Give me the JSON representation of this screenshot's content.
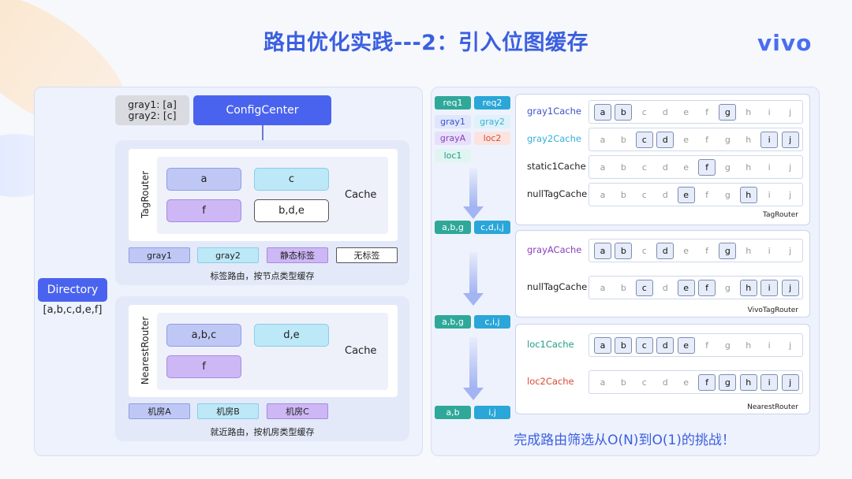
{
  "title": "路由优化实践---2：引入位图缓存",
  "logo": "vivo",
  "left": {
    "gray_list": [
      "gray1: [a]",
      "gray2: [c]"
    ],
    "config_center": "ConfigCenter",
    "directory": "Directory",
    "directory_list": "[a,b,c,d,e,f]",
    "tag_router": {
      "name": "TagRouter",
      "cells": [
        "a",
        "c",
        "f",
        "b,d,e"
      ],
      "cache": "Cache",
      "tags": [
        "gray1",
        "gray2",
        "静态标签",
        "无标签"
      ],
      "caption": "标签路由，按节点类型缓存"
    },
    "nearest_router": {
      "name": "NearestRouter",
      "cells": [
        "a,b,c",
        "d,e",
        "f"
      ],
      "cache": "Cache",
      "tags": [
        "机房A",
        "机房B",
        "机房C"
      ],
      "caption": "就近路由，按机房类型缓存"
    }
  },
  "right": {
    "requests": [
      "req1",
      "req2",
      "gray1",
      "gray2",
      "grayA",
      "loc2",
      "loc1"
    ],
    "results": [
      [
        "a,b,g",
        "c,d,i,j"
      ],
      [
        "a,b,g",
        "c,i,j"
      ],
      [
        "a,b",
        "i,j"
      ]
    ],
    "letters": [
      "a",
      "b",
      "c",
      "d",
      "e",
      "f",
      "g",
      "h",
      "i",
      "j"
    ],
    "groups": [
      {
        "name": "TagRouter",
        "rows": [
          {
            "label": "gray1Cache",
            "color": "#3a55c8",
            "on": [
              "a",
              "b",
              "g"
            ]
          },
          {
            "label": "gray2Cache",
            "color": "#35b0d8",
            "on": [
              "c",
              "d",
              "i",
              "j"
            ]
          },
          {
            "label": "static1Cache",
            "color": "#222222",
            "on": [
              "f"
            ]
          },
          {
            "label": "nullTagCache",
            "color": "#222222",
            "on": [
              "e",
              "h"
            ]
          }
        ]
      },
      {
        "name": "VivoTagRouter",
        "rows": [
          {
            "label": "grayACache",
            "color": "#8a3fb8",
            "on": [
              "a",
              "b",
              "d",
              "g"
            ]
          },
          {
            "label": "nullTagCache",
            "color": "#222222",
            "on": [
              "c",
              "e",
              "f",
              "h",
              "i",
              "j"
            ]
          }
        ]
      },
      {
        "name": "NearestRouter",
        "rows": [
          {
            "label": "loc1Cache",
            "color": "#1f9e86",
            "on": [
              "a",
              "b",
              "c",
              "d",
              "e"
            ]
          },
          {
            "label": "loc2Cache",
            "color": "#d84a36",
            "on": [
              "f",
              "g",
              "h",
              "i",
              "j"
            ]
          }
        ]
      }
    ],
    "footer": "完成路由筛选从O(N)到O(1)的挑战！"
  }
}
